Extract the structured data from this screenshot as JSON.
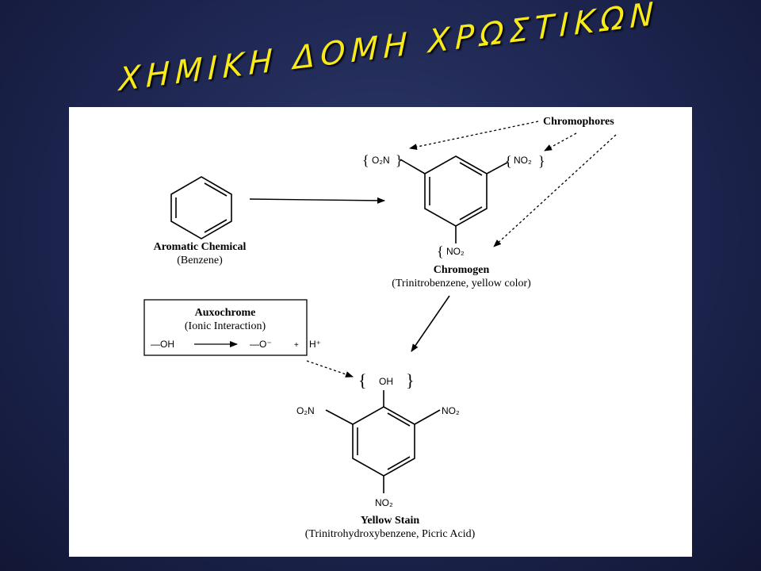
{
  "slide": {
    "title": "ΧΗΜΙΚΗ ΔΟΜΗ ΧΡΩΣΤΙΚΩΝ",
    "background": "#1d2550",
    "title_color": "#f7ea18"
  },
  "diagram": {
    "chromophores_label": "Chromophores",
    "benzene": {
      "name": "Aromatic Chemical",
      "sub": "(Benzene)"
    },
    "chromogen": {
      "name": "Chromogen",
      "sub": "(Trinitrobenzene, yellow color)",
      "groups": [
        "O₂N",
        "NO₂",
        "NO₂"
      ]
    },
    "auxochrome": {
      "title": "Auxochrome",
      "sub": "(Ionic Interaction)",
      "reactant": "—OH",
      "product": "—O⁻",
      "plus": "+",
      "ion": "H⁺"
    },
    "yellow_stain": {
      "name": "Yellow Stain",
      "sub": "(Trinitrohydroxybenzene, Picric Acid)",
      "groups": [
        "OH",
        "O₂N",
        "NO₂",
        "NO₂"
      ]
    },
    "brace_open": "{",
    "brace_close": "}"
  }
}
